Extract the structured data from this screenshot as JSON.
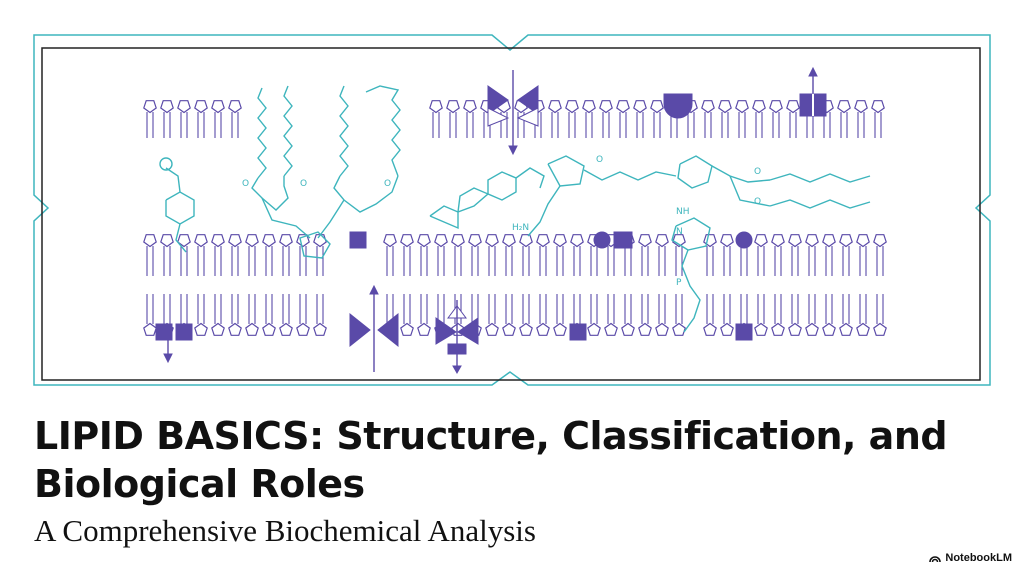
{
  "slide": {
    "title": "LIPID BASICS: Structure, Classification, and Biological Roles",
    "subtitle": "A Comprehensive Biochemical Analysis",
    "brand": "NotebookLM"
  },
  "illustration": {
    "molecule_labels": {
      "amine": "H₂N",
      "imine": "NH",
      "nitrogen": "N",
      "phosphorus": "P",
      "oxygen": "O"
    }
  },
  "colors": {
    "purple": "#5a4aa8",
    "teal": "#3eb5bd",
    "frame": "#222222",
    "text": "#111111"
  }
}
